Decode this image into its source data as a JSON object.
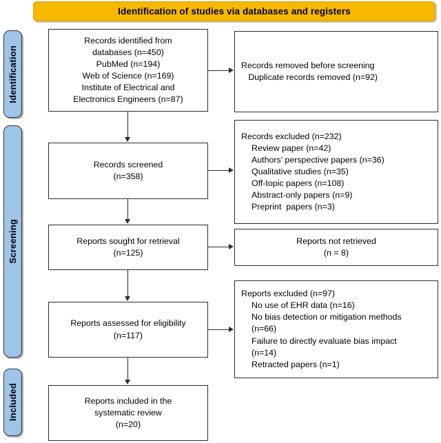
{
  "header": {
    "title": "Identification of studies via databases and registers",
    "background_color": "#F7B800"
  },
  "stages": {
    "identification": "Identification",
    "screening": "Screening",
    "included": "Included",
    "bar_color": "#9EC4E8"
  },
  "boxes": {
    "identified": {
      "lines": [
        "Records identified from",
        "databases (n=450)",
        "PubMed (n=194)",
        "Web of Science (n=169)",
        "Institute of Electrical and",
        "Electronics Engineers (n=87)"
      ]
    },
    "removed": {
      "lines": [
        "Records removed before screening",
        "   Duplicate records removed (n=92)"
      ]
    },
    "screened": {
      "lines": [
        "Records screened",
        "(n=358)"
      ]
    },
    "excluded_screening": {
      "lines": [
        "Records excluded (n=232)",
        "Review paper (n=42)",
        "Authors’ perspective papers (n=36)",
        "Qualitative studies (n=35)",
        "Off-topic papers (n=108)",
        "Abstract-only papers (n=9)",
        "Preprint  papers (n=3)"
      ]
    },
    "sought": {
      "lines": [
        "Reports sought for retrieval",
        "(n=125)"
      ]
    },
    "not_retrieved": {
      "lines": [
        "Reports not retrieved",
        "(n = 8)"
      ]
    },
    "eligibility": {
      "lines": [
        "Reports assessed for eligibility",
        "(n=117)"
      ]
    },
    "excluded_eligibility": {
      "lines": [
        "Reports excluded (n=97)",
        "No use of EHR data (n=16)",
        "No bias detection or mitigation methods",
        "(n=66)",
        "Failure to directly evaluate bias impact",
        "(n=14)",
        "Retracted papers (n=1)"
      ]
    },
    "included": {
      "lines": [
        "Reports included in the",
        "systematic review",
        "(n=20)"
      ]
    }
  },
  "chart_data": {
    "type": "diagram",
    "title": "Identification of studies via databases and registers",
    "flow": [
      {
        "stage": "Identification",
        "node": "Records identified from databases",
        "n": 450,
        "sources": [
          {
            "name": "PubMed",
            "n": 194
          },
          {
            "name": "Web of Science",
            "n": 169
          },
          {
            "name": "Institute of Electrical and Electronics Engineers",
            "n": 87
          }
        ]
      },
      {
        "stage": "Identification",
        "node": "Records removed before screening",
        "exclusions": [
          {
            "reason": "Duplicate records removed",
            "n": 92
          }
        ]
      },
      {
        "stage": "Screening",
        "node": "Records screened",
        "n": 358
      },
      {
        "stage": "Screening",
        "node": "Records excluded",
        "n": 232,
        "exclusions": [
          {
            "reason": "Review paper",
            "n": 42
          },
          {
            "reason": "Authors’ perspective papers",
            "n": 36
          },
          {
            "reason": "Qualitative studies",
            "n": 35
          },
          {
            "reason": "Off-topic papers",
            "n": 108
          },
          {
            "reason": "Abstract-only papers",
            "n": 9
          },
          {
            "reason": "Preprint papers",
            "n": 3
          }
        ]
      },
      {
        "stage": "Screening",
        "node": "Reports sought for retrieval",
        "n": 125
      },
      {
        "stage": "Screening",
        "node": "Reports not retrieved",
        "n": 8
      },
      {
        "stage": "Screening",
        "node": "Reports assessed for eligibility",
        "n": 117
      },
      {
        "stage": "Screening",
        "node": "Reports excluded",
        "n": 97,
        "exclusions": [
          {
            "reason": "No use of EHR data",
            "n": 16
          },
          {
            "reason": "No bias detection or mitigation methods",
            "n": 66
          },
          {
            "reason": "Failure to directly evaluate bias impact",
            "n": 14
          },
          {
            "reason": "Retracted papers",
            "n": 1
          }
        ]
      },
      {
        "stage": "Included",
        "node": "Reports included in the systematic review",
        "n": 20
      }
    ]
  }
}
